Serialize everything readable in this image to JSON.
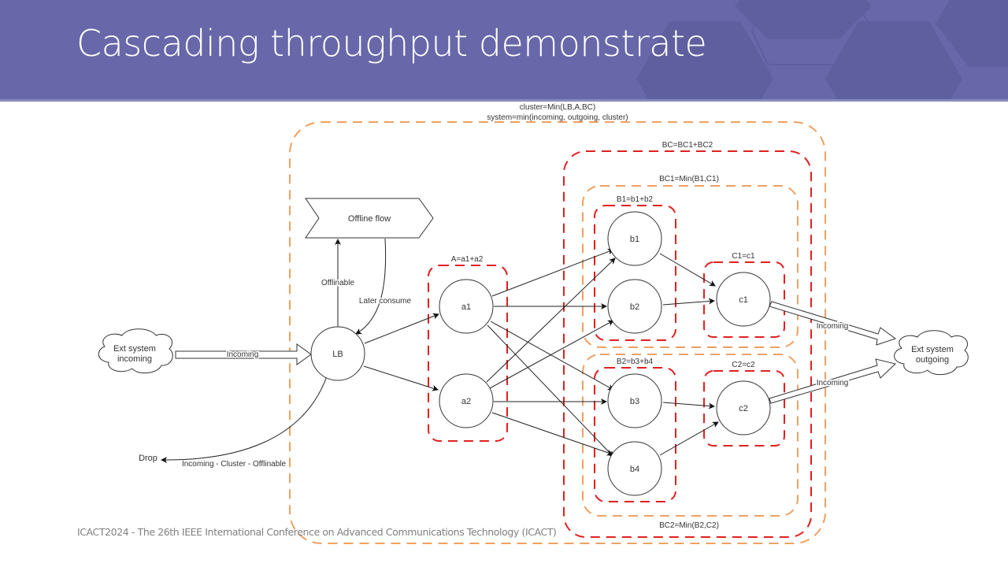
{
  "slide": {
    "title": "Cascading throughput demonstrate",
    "footer": "ICACT2024 - The 26th IEEE International Conference on Advanced Communications Technology (ICACT)"
  },
  "colors": {
    "header_bg": "#6767aa",
    "orange_group": "#f0a060",
    "red_group": "#e02020",
    "line": "#222222"
  },
  "diagram": {
    "group_labels": {
      "cluster_formula": "cluster=Min(LB,A,BC)",
      "system_formula": "system=min(incoming, outgoing, cluster)",
      "bc": "BC=BC1+BC2",
      "bc1": "BC1=Min(B1,C1)",
      "bc2": "BC2=Min(B2,C2)",
      "a": "A=a1+a2",
      "b1": "B1=b1+b2",
      "b2": "B2=b3+b4",
      "c1": "C1=c1",
      "c2": "C2=c2"
    },
    "nodes": {
      "lb": "LB",
      "a1": "a1",
      "a2": "a2",
      "b1": "b1",
      "b2": "b2",
      "b3": "b3",
      "b4": "b4",
      "c1": "c1",
      "c2": "c2",
      "offline_flow": "Offline flow",
      "ext_in_line1": "Ext system",
      "ext_in_line2": "incoming",
      "ext_out_line1": "Ext system",
      "ext_out_line2": "outgoing",
      "drop": "Drop"
    },
    "edge_labels": {
      "incoming_in": "Incoming",
      "offlinable": "Offlinable",
      "later_consume": "Later consume",
      "drop_formula": "Incoming - Cluster - Offlinable",
      "incoming_out1": "Incoming",
      "incoming_out2": "Incoming"
    }
  }
}
